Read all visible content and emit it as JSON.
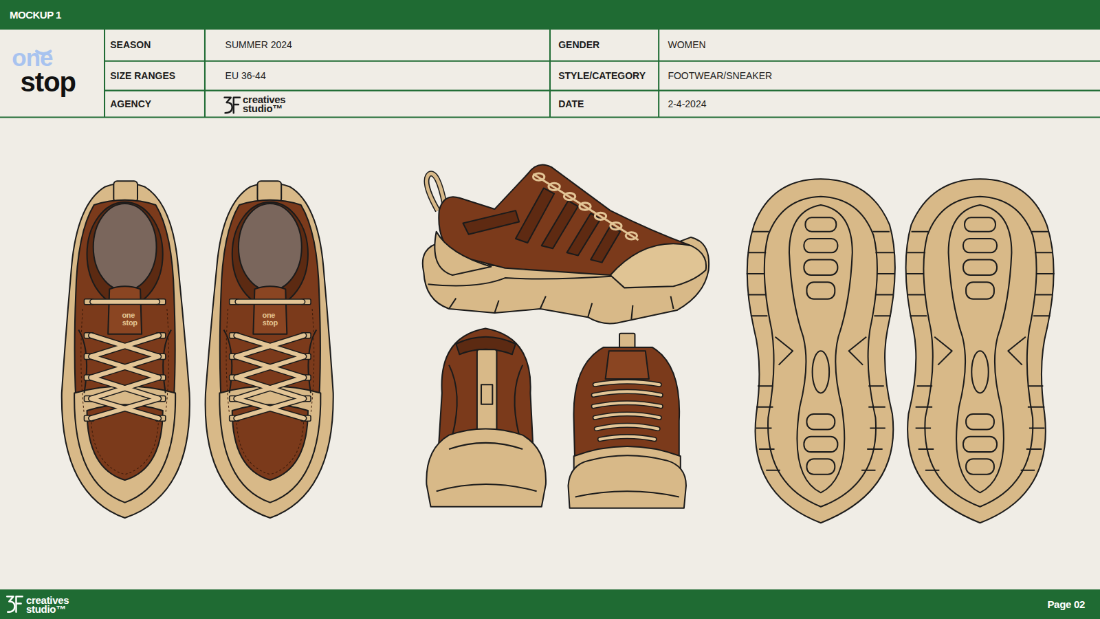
{
  "diagram": {
    "nodes": [
      {
        "text": [
          "MOCKUP 1"
        ]
      },
      {
        "text": [
          "creatives studio™",
          "Page 02"
        ]
      }
    ],
    "labels": [
      "one",
      "stop",
      "SEASON",
      "SUMMER 2024",
      "GENDER",
      "WOMEN",
      "SIZE RANGES",
      "EU 36-44",
      "STYLE/CATEGORY",
      "FOOTWEAR/SNEAKER",
      "AGENCY",
      "creatives studio™",
      "DATE",
      "2-4-2024",
      "one",
      "stop",
      "one",
      "stop"
    ]
  }
}
